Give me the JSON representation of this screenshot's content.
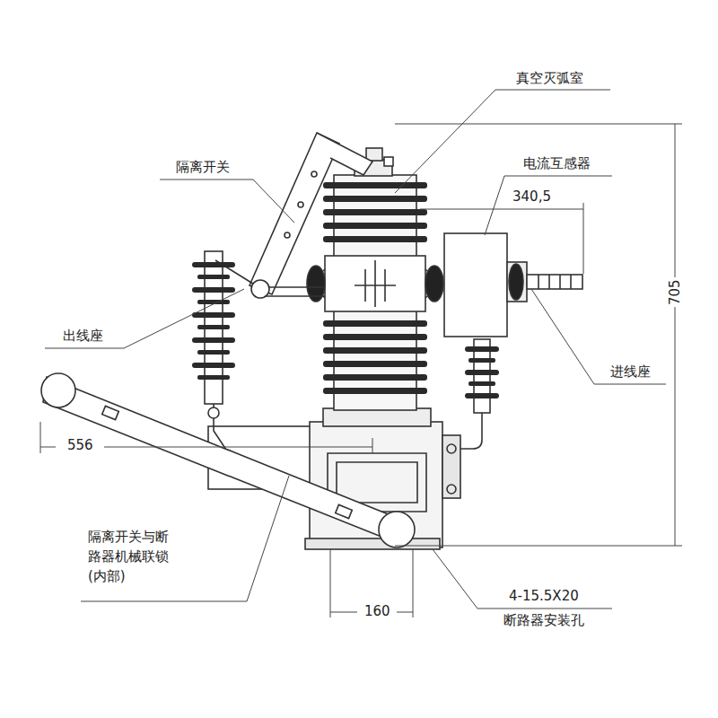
{
  "diagram": {
    "labels": [
      "真空灭弧室",
      "隔离开关",
      "电流互感器",
      "340,5",
      "705",
      "出线座",
      "进线座",
      "556",
      "隔离开关与断 路器机械联锁 (内部)",
      "160",
      "4-15.5X20",
      "断路器安装孔"
    ]
  }
}
